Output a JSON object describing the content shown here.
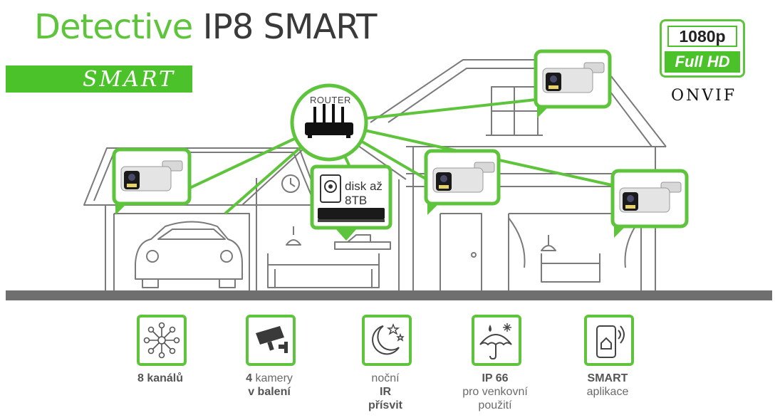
{
  "header": {
    "title_part1": "Detective",
    "title_part2": "IP8 SMART",
    "band_text": "SMART"
  },
  "badge": {
    "resolution": "1080p",
    "quality": "Full HD",
    "protocol": "ONVIF"
  },
  "scene": {
    "router_label": "ROUTER",
    "disk_label": "disk až\n8TB"
  },
  "features": [
    {
      "icon": "network-nodes-icon",
      "line1": "8 kanálů",
      "line1_bold": true
    },
    {
      "icon": "cctv-camera-icon",
      "line1_bold_part": "4",
      "line1_rest": " kamery",
      "line2": "v balení"
    },
    {
      "icon": "moon-stars-icon",
      "line1": "noční",
      "line2": "IR",
      "line3": "přísvit"
    },
    {
      "icon": "umbrella-weather-icon",
      "line1": "IP 66",
      "line2": "pro venkovní",
      "line3": "použití"
    },
    {
      "icon": "smartphone-home-icon",
      "line1": "SMART",
      "line2": "aplikace"
    }
  ],
  "colors": {
    "brand_green": "#5dc43b",
    "band_green": "#4cc22a",
    "line_gray": "#6f6f6f",
    "dark_text": "#3a3a3a"
  }
}
